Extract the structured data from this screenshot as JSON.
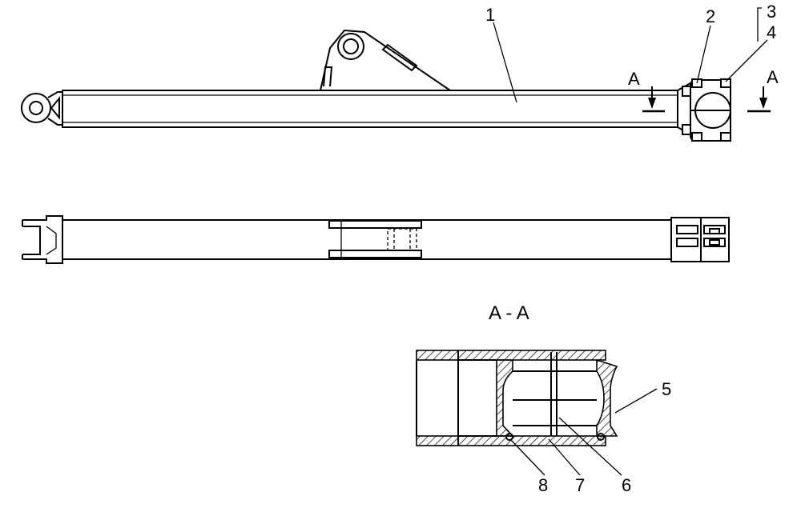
{
  "callouts": [
    "1",
    "2",
    "3",
    "4",
    "5",
    "6",
    "7",
    "8"
  ],
  "section_marker": "A",
  "section_title": "A - A",
  "colors": {
    "line": "#000000",
    "background": "#ffffff"
  }
}
